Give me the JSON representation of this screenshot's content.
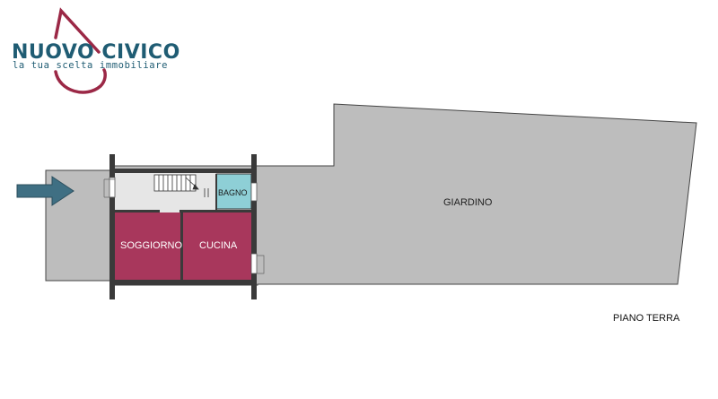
{
  "logo": {
    "name": "NUOVO CIVICO",
    "tagline": "la tua scelta immobiliare"
  },
  "rooms": {
    "bagno": "BAGNO",
    "soggiorno": "SOGGIORNO",
    "cucina": "CUCINA",
    "giardino": "GIARDINO"
  },
  "floor_label": "PIANO TERRA",
  "colors": {
    "brand_teal": "#1f5c73",
    "brand_crimson": "#9b2846",
    "living_fill": "#a8375c",
    "bath_fill": "#8ecfd6",
    "garden_fill": "#bdbdbd",
    "wall": "#3a3a3a",
    "arrow": "#3f6f83"
  },
  "icons": [
    "entrance-arrow-icon",
    "logo-house-mark"
  ]
}
